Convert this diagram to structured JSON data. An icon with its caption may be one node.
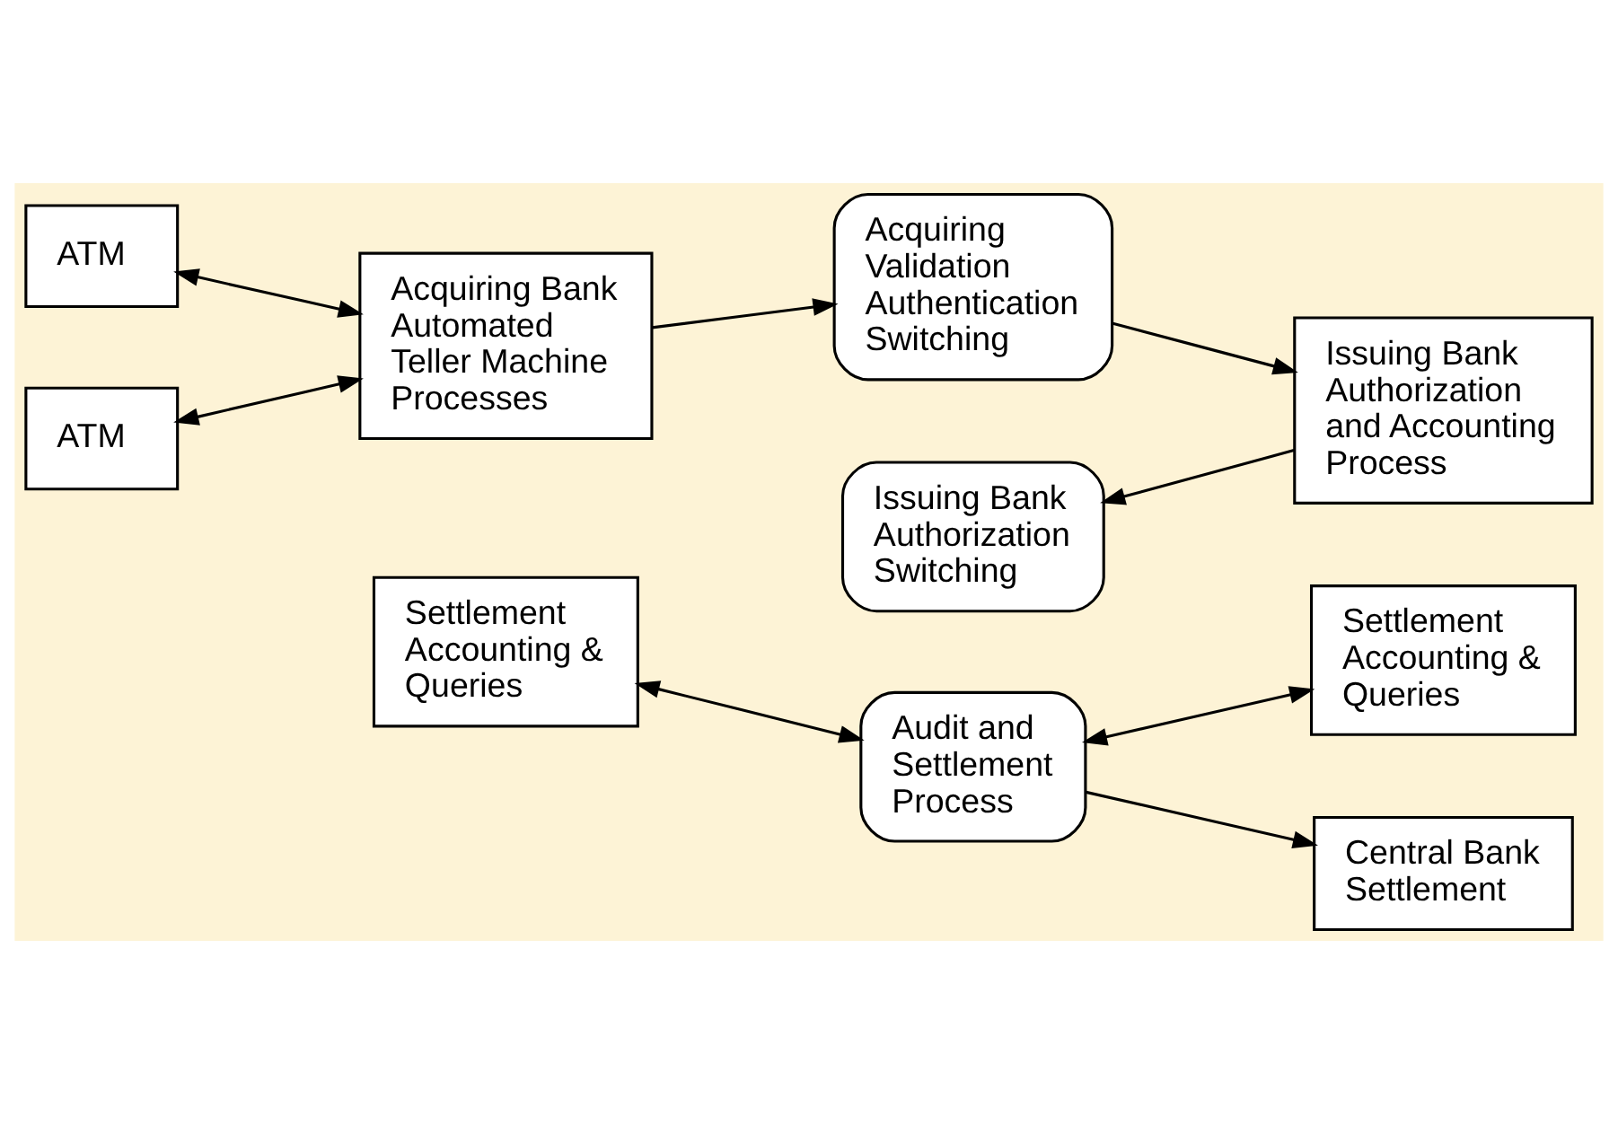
{
  "diagram": {
    "nodes": [
      {
        "text": [
          "ATM"
        ]
      },
      {
        "text": [
          "ATM"
        ]
      },
      {
        "text": [
          "Acquiring Bank Automated Teller Machine Processes"
        ]
      },
      {
        "text": [
          "Acquiring Validation Authentication Switching"
        ]
      },
      {
        "text": [
          "Issuing Bank Authorization and Accounting Process"
        ]
      },
      {
        "text": [
          "Issuing Bank Authorization Switching"
        ]
      },
      {
        "text": [
          "Settlement Accounting & Queries"
        ]
      },
      {
        "text": [
          "Audit and Settlement Process"
        ]
      },
      {
        "text": [
          "Settlement Accounting & Queries"
        ]
      },
      {
        "text": [
          "Central Bank Settlement"
        ]
      }
    ],
    "edges": [
      {
        "from": 0,
        "to": 2,
        "arrow": "both"
      },
      {
        "from": 1,
        "to": 2,
        "arrow": "both"
      },
      {
        "from": 2,
        "to": 3,
        "arrow": "to"
      },
      {
        "from": 3,
        "to": 4,
        "arrow": "to"
      },
      {
        "from": 4,
        "to": 5,
        "arrow": "to"
      },
      {
        "from": 6,
        "to": 7,
        "arrow": "both"
      },
      {
        "from": 7,
        "to": 8,
        "arrow": "both"
      },
      {
        "from": 7,
        "to": 9,
        "arrow": "to"
      }
    ]
  }
}
